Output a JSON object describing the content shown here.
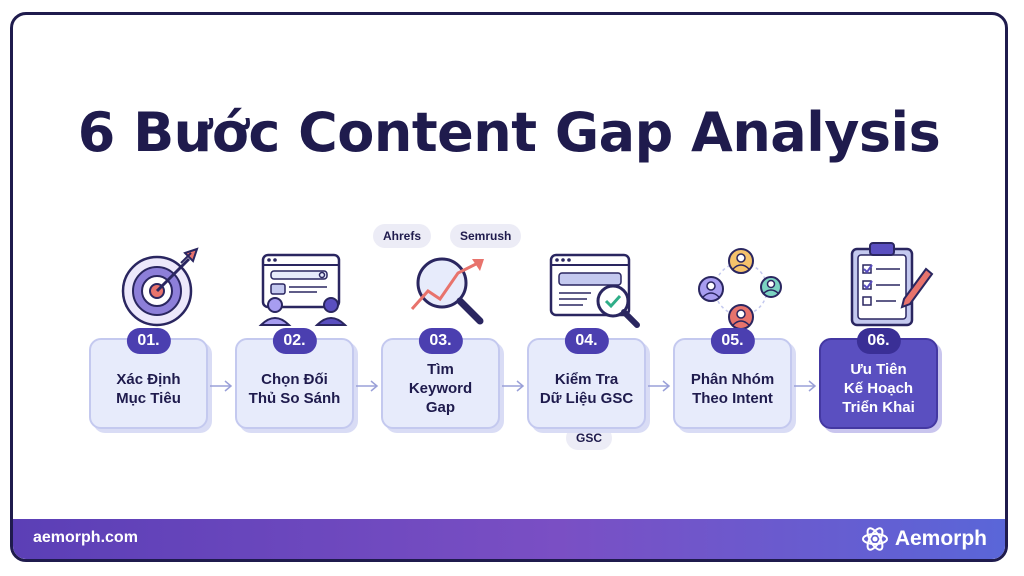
{
  "title": "6 Bước Content Gap Analysis",
  "steps": [
    {
      "number": "01.",
      "label": "Xác Định\nMục Tiêu"
    },
    {
      "number": "02.",
      "label": "Chọn Đối\nThủ So Sánh"
    },
    {
      "number": "03.",
      "label": "Tìm\nKeyword\nGap"
    },
    {
      "number": "04.",
      "label": "Kiểm Tra\nDữ Liệu GSC"
    },
    {
      "number": "05.",
      "label": "Phân Nhóm\nTheo Intent"
    },
    {
      "number": "06.",
      "label": "Ưu Tiên\nKế Hoạch\nTriển Khai"
    }
  ],
  "tags": {
    "ahrefs": "Ahrefs",
    "semrush": "Semrush",
    "gsc": "GSC"
  },
  "icons": [
    "target-icon",
    "browser-compare-icon",
    "magnifier-chart-icon",
    "browser-check-icon",
    "people-group-icon",
    "clipboard-checklist-icon"
  ],
  "footer": {
    "url": "aemorph.com",
    "brand": "Aemorph"
  },
  "colors": {
    "title": "#1f1b4d",
    "accent": "#4b3fb0",
    "step_bg": "#e7ebfb",
    "step_active_bg": "#5a4fc0",
    "coral": "#e8736c"
  }
}
